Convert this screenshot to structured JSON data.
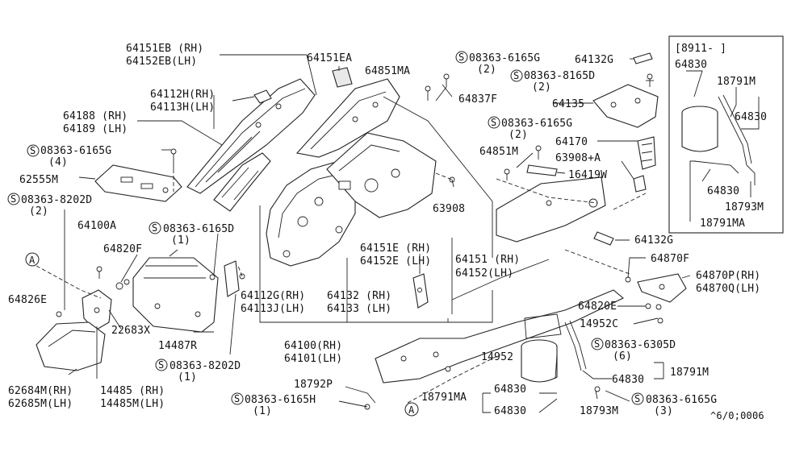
{
  "labels": {
    "l_64151EB": "64151EB (RH)",
    "l_64152EB": "64152EB(LH)",
    "l_64151EA": "64151EA",
    "l_64851MA": "64851MA",
    "l_08363_6165G_a": "08363-6165G",
    "l_08363_6165G_a_q": "(2)",
    "l_64132G_a": "64132G",
    "l_bracket": "[8911-     ]",
    "l_64830_a": "64830",
    "l_64112H": "64112H(RH)",
    "l_64113H": "64113H(LH)",
    "l_64837F": "64837F",
    "l_08363_8165D": "08363-8165D",
    "l_08363_8165D_q": "(2)",
    "l_18791M_a": "18791M",
    "l_64135": "64135",
    "l_64830_b": "64830",
    "l_64188": "64188 (RH)",
    "l_64189": "64189 (LH)",
    "l_08363_6165G_b": "08363-6165G",
    "l_08363_6165G_b_q": "(2)",
    "l_64170": "64170",
    "l_08363_6165G_c": "08363-6165G",
    "l_08363_6165G_c_q": "(4)",
    "l_64851M": "64851M",
    "l_63908A": "63908+A",
    "l_62555M": "62555M",
    "l_16419W": "16419W",
    "l_64830_c": "64830",
    "l_08363_8202D_a": "08363-8202D",
    "l_08363_8202D_a_q": "(2)",
    "l_18793M_a": "18793M",
    "l_63908": "63908",
    "l_18791MA_a": "18791MA",
    "l_64100A": "64100A",
    "l_08363_6165D": "08363-6165D",
    "l_08363_6165D_q": "(1)",
    "l_64132G_b": "64132G",
    "l_64820F": "64820F",
    "l_64151E": "64151E (RH)",
    "l_64152E": "64152E (LH)",
    "l_64151": "64151 (RH)",
    "l_64152": "64152(LH)",
    "l_64870F": "64870F",
    "l_64870P": "64870P(RH)",
    "l_64870Q": "64870Q(LH)",
    "l_64826E": "64826E",
    "l_64112G": "64112G(RH)",
    "l_64113J": "64113J(LH)",
    "l_64132": "64132 (RH)",
    "l_64133": "64133 (LH)",
    "l_64820E": "64820E",
    "l_22683X": "22683X",
    "l_14952C": "14952C",
    "l_14487R": "14487R",
    "l_64100": "64100(RH)",
    "l_64101": "64101(LH)",
    "l_14952": "14952",
    "l_08363_6305D": "08363-6305D",
    "l_08363_6305D_q": "(6)",
    "l_08363_8202D_b": "08363-8202D",
    "l_08363_8202D_b_q": "(1)",
    "l_64830_d": "64830",
    "l_18791M_b": "18791M",
    "l_62684M": "62684M(RH)",
    "l_62685M": "62685M(LH)",
    "l_14485": "14485  (RH)",
    "l_14485M": "14485M(LH)",
    "l_18792P": "18792P",
    "l_64830_e": "64830",
    "l_18791MA_b": "18791MA",
    "l_08363_6165H": "08363-6165H",
    "l_08363_6165H_q": "(1)",
    "l_64830_f": "64830",
    "l_18793M_b": "18793M",
    "l_08363_6165G_d": "08363-6165G",
    "l_08363_6165G_d_q": "(3)",
    "l_code": "^6/0;0006",
    "circle_A": "A",
    "circle_S": "S"
  }
}
